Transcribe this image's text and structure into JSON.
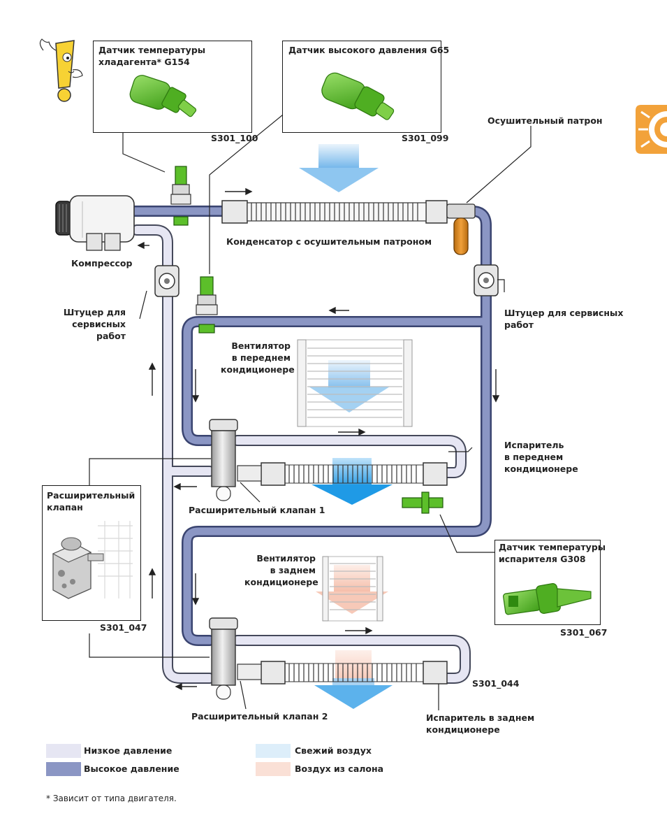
{
  "labels": {
    "sensor_temp_refrigerant": "Датчик температуры\nхладагента* G154",
    "sensor_high_pressure": "Датчик высокого давления G65",
    "drier_cartridge": "Осушительный патрон",
    "condenser": "Конденсатор с осушительным патроном",
    "compressor": "Компрессор",
    "service_port_left": "Штуцер для\nсервисных\nработ",
    "service_port_right": "Штуцер для сервисных\nработ",
    "fan_front": "Вентилятор\nв переднем\nкондиционере",
    "evaporator_front": "Испаритель\nв переднем\nкондиционере",
    "expansion_valve_box": "Расширительный\nклапан",
    "expansion_valve_1": "Расширительный клапан 1",
    "sensor_evaporator_temp": "Датчик температуры\nиспарителя G308",
    "fan_rear": "Вентилятор\nв заднем\nкондиционере",
    "expansion_valve_2": "Расширительный клапан 2",
    "evaporator_rear": "Испаритель в заднем\nкондиционере"
  },
  "codes": {
    "g154": "S301_100",
    "g65": "S301_099",
    "valve": "S301_047",
    "g308": "S301_067",
    "main": "S301_044"
  },
  "legend": [
    {
      "label": "Низкое давление",
      "color": "#e6e6f3"
    },
    {
      "label": "Высокое давление",
      "color": "#8b96c4"
    },
    {
      "label": "Свежий воздух",
      "color": "#ddeefa"
    },
    {
      "label": "Воздух из салона",
      "color": "#fae0d6"
    }
  ],
  "footnote": "* Зависит от типа двигателя.",
  "colors": {
    "high_pressure_pipe": "#8b96c4",
    "low_pressure_pipe": "#e6e6f3",
    "sensor_green": "#5cbf2a",
    "drier_orange": "#d98a1a",
    "fresh_air": "#7fbfee",
    "cabin_air": "#f6c3b0",
    "logo_orange": "#f2a23a"
  },
  "icons": [
    "warning-exclamation-icon",
    "logo-icon"
  ]
}
